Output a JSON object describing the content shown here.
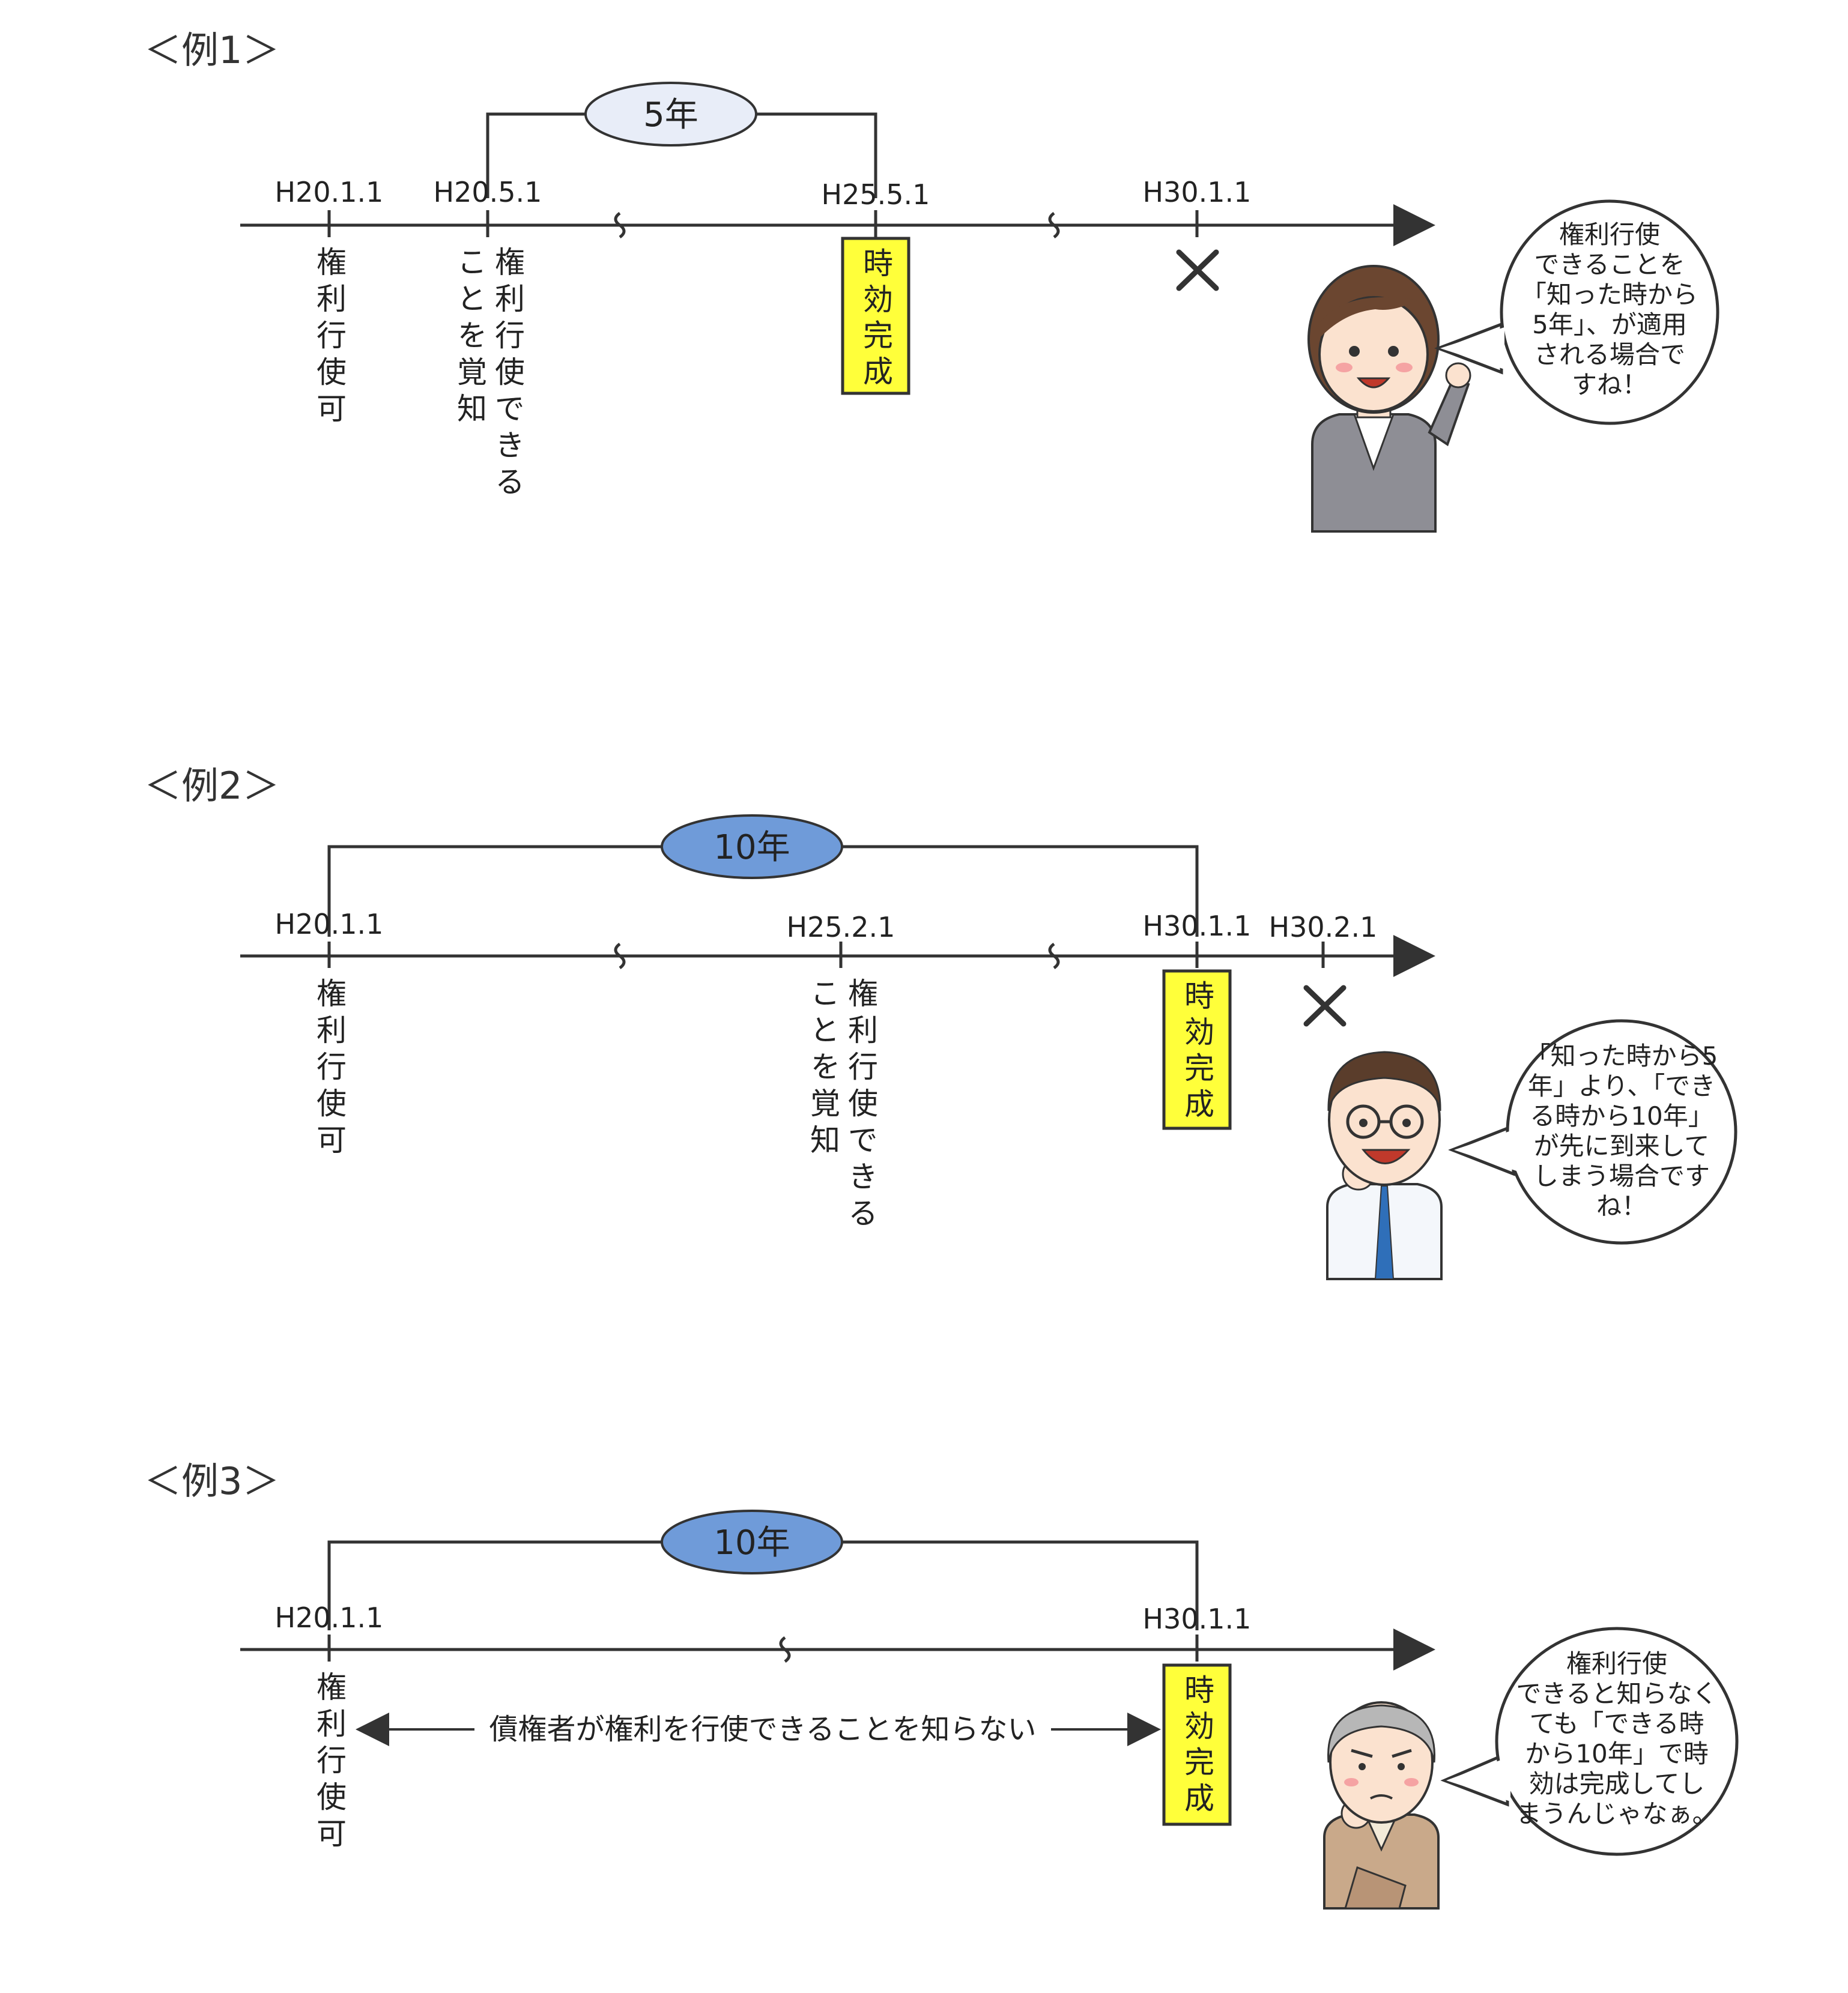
{
  "examples": [
    {
      "heading": "＜例1＞",
      "span": {
        "label": "5年",
        "style": "light"
      },
      "dates": {
        "d1": "H20.1.1",
        "d2": "H20.5.1",
        "d3": "H25.5.1",
        "d4": "H30.1.1"
      },
      "labels": {
        "v1": "権利行使可",
        "v2a": "権利行使できる",
        "v2b": "ことを覚知",
        "box": "時効完成"
      },
      "speech": [
        "権利行使",
        "できることを",
        "「知った時から",
        "5年」、が適用",
        "される場合で",
        "すね！"
      ],
      "character": "woman-teacher-icon"
    },
    {
      "heading": "＜例2＞",
      "span": {
        "label": "10年",
        "style": "dark"
      },
      "dates": {
        "d1": "H20.1.1",
        "d2": "H25.2.1",
        "d3": "H30.1.1",
        "d4": "H30.2.1"
      },
      "labels": {
        "v1": "権利行使可",
        "v2a": "権利行使できる",
        "v2b": "ことを覚知",
        "box": "時効完成"
      },
      "speech": [
        "「知った時から5",
        "年」より、「でき",
        "る時から10年」",
        "が先に到来して",
        "しまう場合です",
        "ね！"
      ],
      "character": "man-glasses-icon"
    },
    {
      "heading": "＜例3＞",
      "span": {
        "label": "10年",
        "style": "dark"
      },
      "dates": {
        "d1": "H20.1.1",
        "d3": "H30.1.1"
      },
      "labels": {
        "v1": "権利行使可",
        "box": "時効完成",
        "arrow": "債権者が権利を行使できることを知らない"
      },
      "speech": [
        "権利行使",
        "できると知らなく",
        "ても「できる時",
        "から10年」で時",
        "効は完成してし",
        "まうんじゃなぁ。"
      ],
      "character": "old-man-icon"
    }
  ],
  "colors": {
    "line": "#333333",
    "ellipse_light": "#e8edf8",
    "ellipse_dark": "#6f9bd9",
    "box_fill": "#ffff3a",
    "text": "#222222"
  }
}
